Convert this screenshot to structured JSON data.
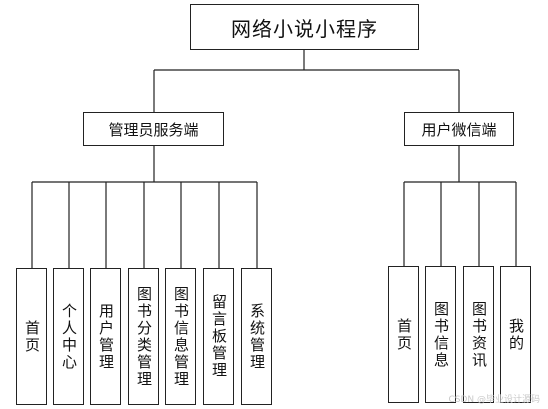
{
  "title": "网络小说小程序",
  "groups": [
    {
      "label": "管理员服务端",
      "children": [
        "首页",
        "个人中心",
        "用户管理",
        "图书分类管理",
        "图书信息管理",
        "留言板管理",
        "系统管理"
      ]
    },
    {
      "label": "用户微信端",
      "children": [
        "首页",
        "图书信息",
        "图书资讯",
        "我的"
      ]
    }
  ],
  "watermark": "CSDN @毕业设计源码"
}
